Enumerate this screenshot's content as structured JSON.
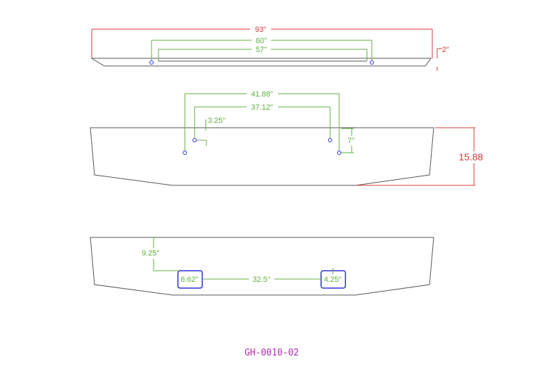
{
  "top_view": {
    "overall_width": "93\"",
    "hole_span": "60\"",
    "flat_span": "57\"",
    "end_height": "2\""
  },
  "front_view": {
    "outer_hole_span": "41.88\"",
    "inner_hole_span": "37.12\"",
    "hole_offset": "3.25\"",
    "hole_drop": "7\"",
    "overall_height": "15.88"
  },
  "bottom_view": {
    "cutout_height_from_top": "9.25\"",
    "cutout_left_width": "6.62\"",
    "cutout_spacing": "32.5\"",
    "cutout_right_width": "4.25\""
  },
  "part_number": "GH-0010-02",
  "colors": {
    "outline": "#555555",
    "dimension_green": "#5fae3e",
    "dimension_red": "#d43a3a",
    "hole_blue": "#2a2fd4",
    "part_number_magenta": "#b02bb5"
  }
}
